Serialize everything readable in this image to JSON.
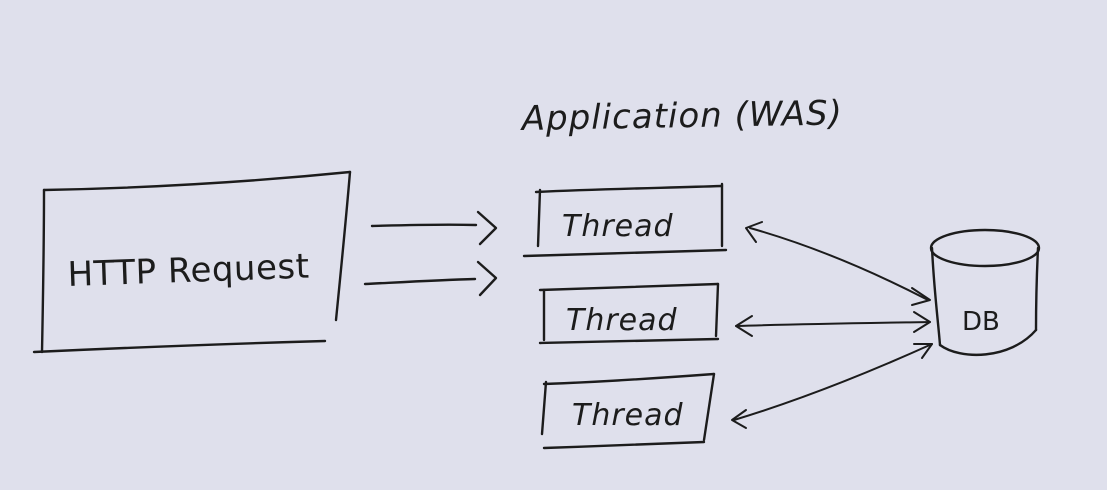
{
  "diagram": {
    "title": "Application (WAS)",
    "request_label": "HTTP Request",
    "threads": [
      "Thread",
      "Thread",
      "Thread"
    ],
    "db_label": "DB",
    "colors": {
      "background": "#dfe0ec",
      "ink": "#1c1c1c"
    }
  }
}
